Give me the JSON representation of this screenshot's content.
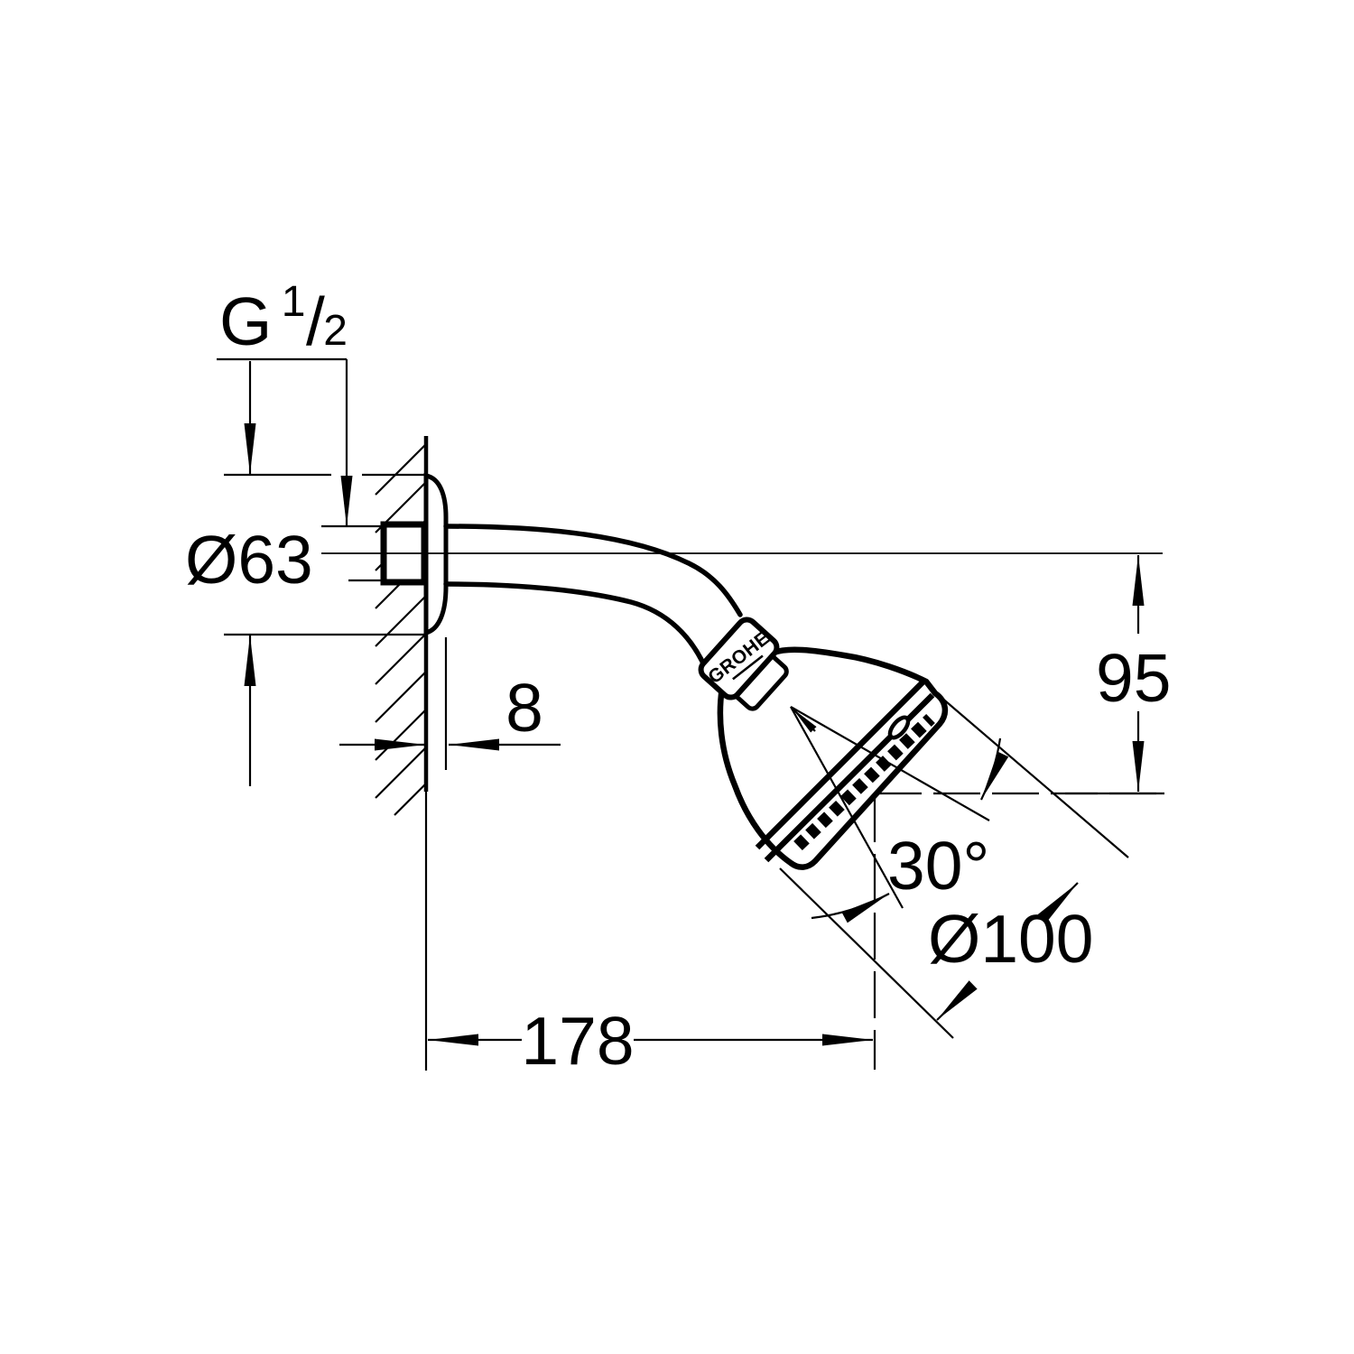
{
  "page": {
    "background": "#ffffff",
    "line_color": "#000000"
  },
  "drawing": {
    "kind": "technical-dimension-drawing",
    "subject": "wall-mounted head shower with shower arm, side view",
    "brand_logo": "GROHE",
    "labels": {
      "thread_prefix": "G",
      "thread_numerator": "1",
      "thread_slash": "/",
      "thread_denominator": "2",
      "flange_diameter": "Ø63",
      "wall_offset": "8",
      "height_offset": "95",
      "spray_angle": "30°",
      "head_diameter": "Ø100",
      "reach": "178"
    }
  }
}
